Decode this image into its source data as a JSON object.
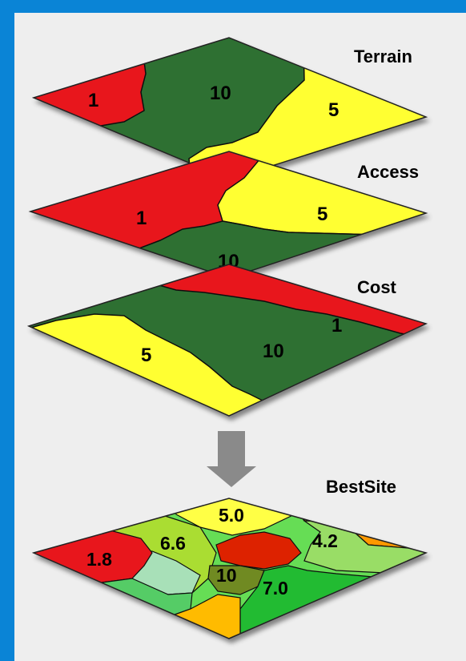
{
  "layers": [
    {
      "name": "Terrain",
      "values": [
        "1",
        "10",
        "5"
      ]
    },
    {
      "name": "Access",
      "values": [
        "1",
        "5",
        "10"
      ]
    },
    {
      "name": "Cost",
      "values": [
        "1",
        "5",
        "10"
      ]
    }
  ],
  "result": {
    "name": "BestSite",
    "values": [
      "5.0",
      "6.6",
      "4.2",
      "1.8",
      "10",
      "7.0"
    ]
  },
  "colors": {
    "background_border": "#0a84d6",
    "panel": "#eeeeee",
    "low": "#e8141c",
    "mid": "#ffff33",
    "high": "#2e6f31",
    "arrow": "#8a8a8a"
  }
}
